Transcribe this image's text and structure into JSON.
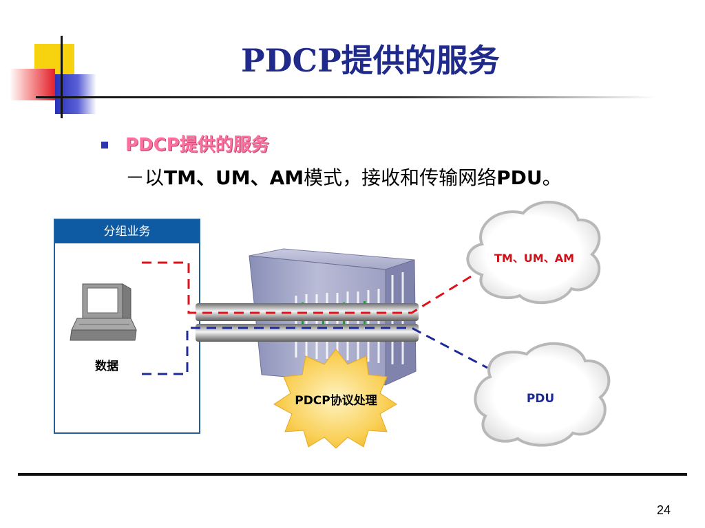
{
  "slide": {
    "title": "PDCP提供的服务",
    "bullet": "PDCP提供的服务",
    "subline_prefix": "－以",
    "subline_modes": "TM、UM、AM",
    "subline_middle": "模式，接收和传输网络",
    "subline_pdu": "PDU",
    "subline_end": "。",
    "page_number": "24"
  },
  "diagram": {
    "panel_header": "分组业务",
    "data_label": "数据",
    "cloud_top_label": "TM、UM、AM",
    "cloud_bottom_label": "PDU",
    "burst_label": "PDCP协议处理"
  },
  "colors": {
    "title": "#1f2a8a",
    "bullet": "#ff6fa0",
    "panel_header": "#0f5ba3",
    "red_line": "#e0111a",
    "blue_line": "#1d2a9a"
  }
}
